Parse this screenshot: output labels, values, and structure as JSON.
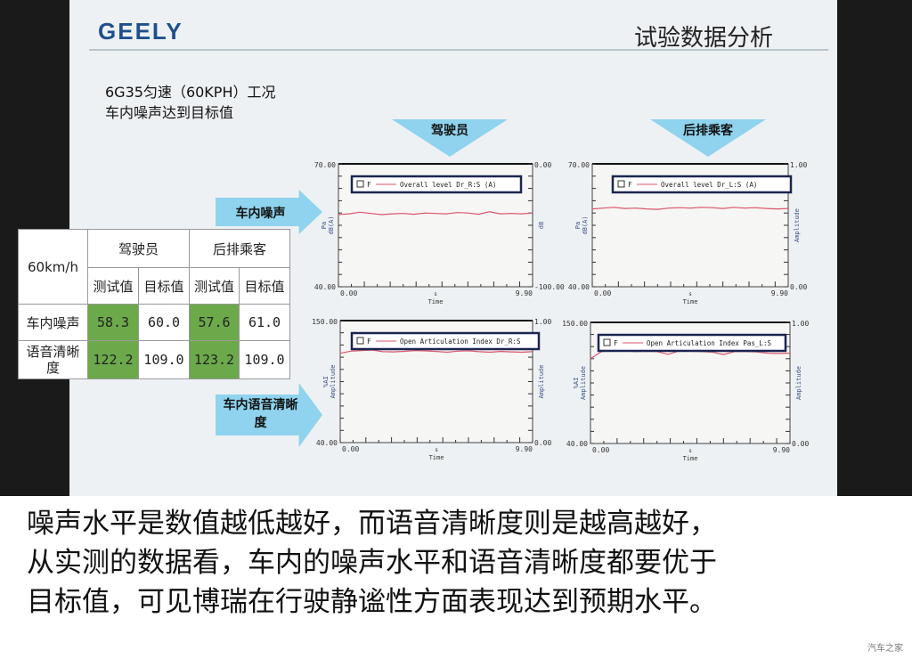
{
  "header": {
    "logo": "GEELY",
    "title": "试验数据分析"
  },
  "subtitle": [
    "6G35匀速（60KPH）工况",
    "车内噪声达到目标值"
  ],
  "arrows": {
    "driver": "驾驶员",
    "rear": "后排乘客",
    "noise": "车内噪声",
    "speech": "车内语音清晰度"
  },
  "table": {
    "corner": "60km/h",
    "groups": [
      "驾驶员",
      "后排乘客"
    ],
    "cols": [
      "测试值",
      "目标值",
      "测试值",
      "目标值"
    ],
    "rows": [
      {
        "label": "车内噪声",
        "values": [
          "58.3",
          "60.0",
          "57.6",
          "61.0"
        ]
      },
      {
        "label": "语音清晰度",
        "values": [
          "122.2",
          "109.0",
          "123.2",
          "109.0"
        ]
      }
    ],
    "highlight_color": "#6ca94a"
  },
  "chart_data": [
    {
      "type": "line",
      "legend": "Overall level Dr_R:S (A)",
      "legend_marker": "F",
      "xlabel": "Time",
      "xunit": "s",
      "ylabel": "Pa\ndB(A)",
      "y2label": "dB",
      "xlim": [
        0,
        9.9
      ],
      "ylim": [
        40,
        70
      ],
      "y2lim": [
        -100,
        0
      ],
      "xticks": [
        "0.00",
        "9.90"
      ],
      "yticks": [
        "40.00",
        "70.00"
      ],
      "y2ticks": [
        "-100.00",
        "0.00"
      ],
      "values": [
        57.6,
        57.8,
        58.2,
        57.9,
        57.6,
        57.8,
        57.9,
        57.7,
        58.0,
        57.9,
        57.8,
        58.1,
        58.0,
        57.7,
        58.3,
        57.8,
        57.9,
        57.8,
        58.0
      ]
    },
    {
      "type": "line",
      "legend": "Overall level Dr_L:S (A)",
      "legend_marker": "F",
      "xlabel": "Time",
      "xunit": "s",
      "ylabel": "Pa\ndB(A)",
      "y2label": "Amplitude",
      "xlim": [
        0,
        9.9
      ],
      "ylim": [
        40,
        70
      ],
      "y2lim": [
        0,
        1
      ],
      "xticks": [
        "0.00",
        "9.90"
      ],
      "yticks": [
        "40.00",
        "70.00"
      ],
      "y2ticks": [
        "0.00",
        "1.00"
      ],
      "values": [
        59.0,
        59.2,
        59.4,
        59.1,
        59.2,
        59.0,
        58.9,
        59.2,
        59.3,
        59.2,
        59.4,
        59.3,
        59.1,
        59.4,
        59.2,
        59.3,
        59.1,
        59.0,
        59.1
      ]
    },
    {
      "type": "line",
      "legend": "Open Articulation Index Dr_R:S",
      "legend_marker": "F",
      "xlabel": "Time",
      "xunit": "s",
      "ylabel": "%AI\nAmplitude",
      "y2label": "Amplitude",
      "xlim": [
        0,
        9.9
      ],
      "ylim": [
        40,
        150
      ],
      "y2lim": [
        0,
        1
      ],
      "xticks": [
        "0.00",
        "9.90"
      ],
      "yticks": [
        "40.00",
        "150.00"
      ],
      "y2ticks": [
        "0.00",
        "1.00"
      ],
      "values": [
        120.5,
        122.5,
        123.0,
        123.5,
        122.0,
        121.8,
        122.3,
        123.0,
        122.7,
        122.2,
        121.5,
        122.5,
        122.8,
        122.0,
        121.5,
        122.2,
        121.8,
        121.5,
        122.0
      ]
    },
    {
      "type": "line",
      "legend": "Open Articulation Index Pas_L:S",
      "legend_marker": "F",
      "xlabel": "Time",
      "xunit": "s",
      "ylabel": "%AI\nAmplitude",
      "y2label": "Amplitude",
      "xlim": [
        0,
        9.9
      ],
      "ylim": [
        40,
        150
      ],
      "y2lim": [
        0,
        1
      ],
      "xticks": [
        "0.00",
        "9.90"
      ],
      "yticks": [
        "40.00",
        "150.00"
      ],
      "y2ticks": [
        "0.00",
        "1.00"
      ],
      "values": [
        117.0,
        123.5,
        124.5,
        124.3,
        123.5,
        123.8,
        123.5,
        121.0,
        124.0,
        123.8,
        123.5,
        123.0,
        120.8,
        123.5,
        123.5,
        123.2,
        122.0,
        121.8,
        122.0
      ]
    }
  ],
  "caption": [
    "噪声水平是数值越低越好，而语音清晰度则是越高越好，",
    "从实测的数据看，车内的噪声水平和语音清晰度都要优于",
    "目标值，可见博瑞在行驶静谧性方面表现达到预期水平。"
  ],
  "watermark": "汽车之家"
}
